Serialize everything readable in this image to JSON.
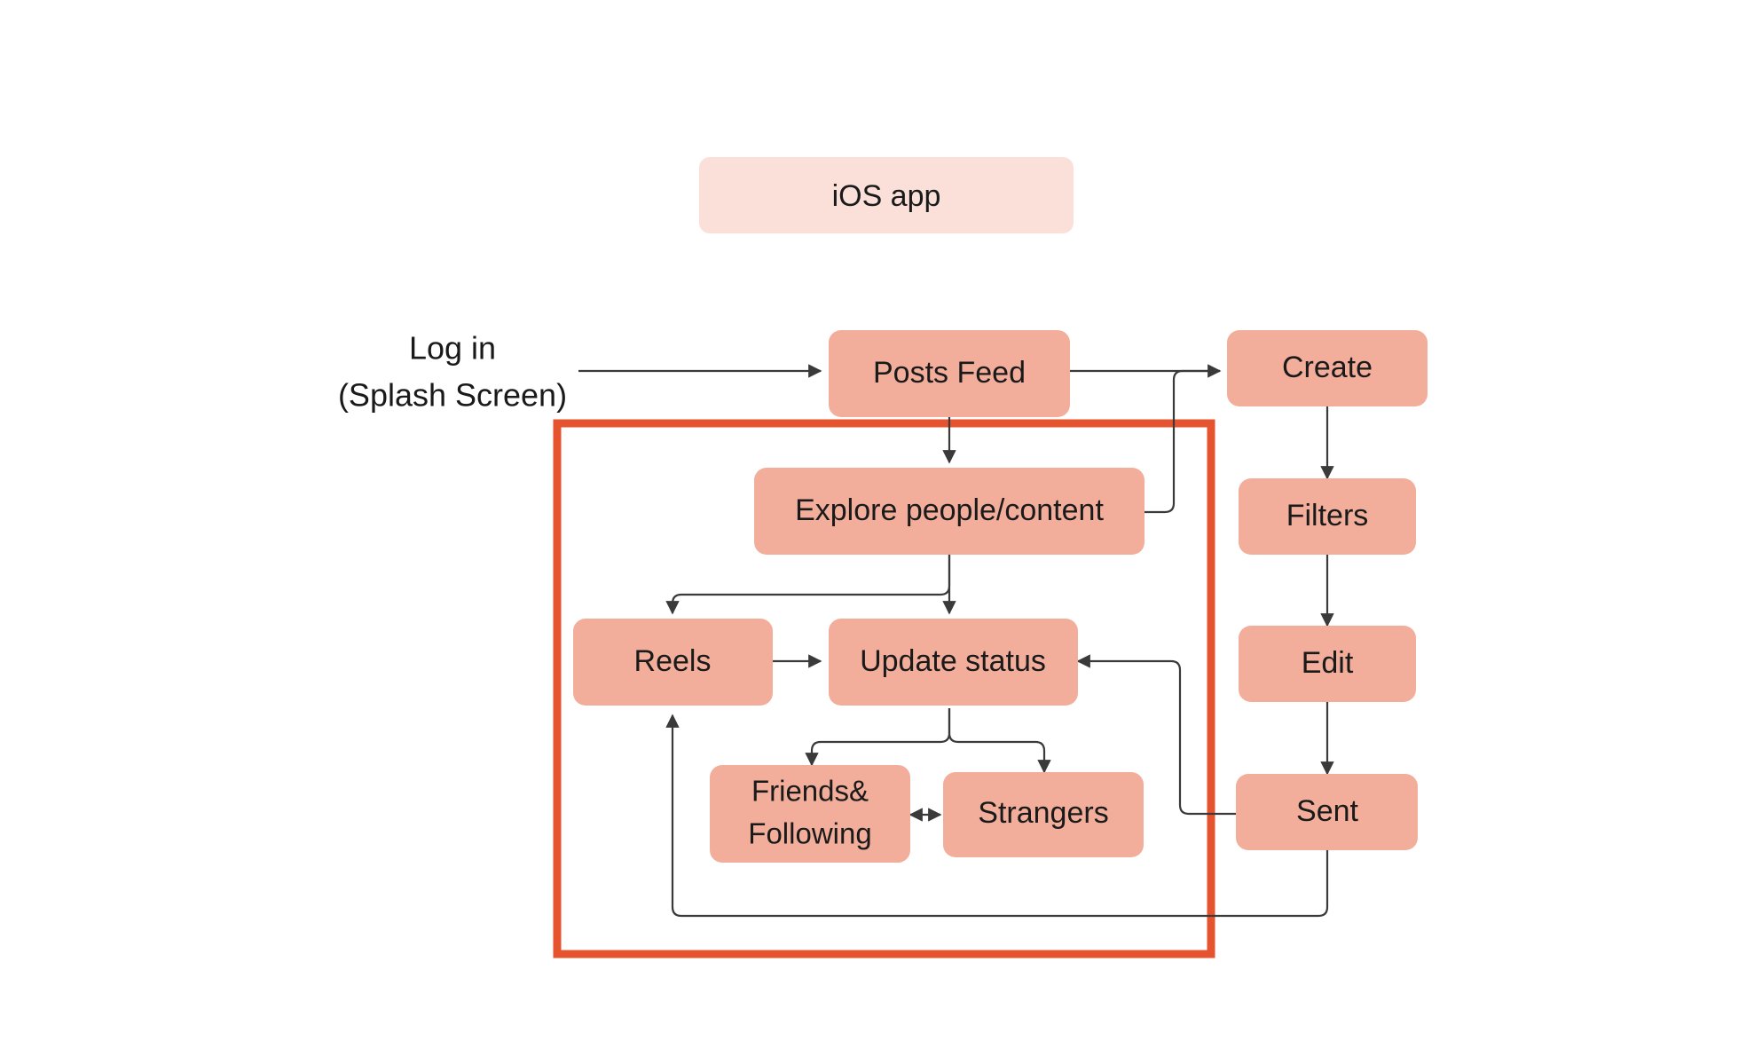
{
  "diagram": {
    "title_box": {
      "label": "iOS app",
      "fill": "#fae0d9"
    },
    "colors": {
      "node_fill": "#f2ae9b",
      "group_border": "#e5532f",
      "edge": "#3a3a3a",
      "text": "#1a1a1a",
      "background": "#ffffff"
    },
    "plain_labels": [
      {
        "name": "login-label-line1",
        "text": "Log in"
      },
      {
        "name": "login-label-line2",
        "text": "(Splash Screen)"
      }
    ],
    "nodes": [
      {
        "id": "posts-feed",
        "label": "Posts Feed"
      },
      {
        "id": "create",
        "label": "Create"
      },
      {
        "id": "explore",
        "label": "Explore people/content"
      },
      {
        "id": "filters",
        "label": "Filters"
      },
      {
        "id": "reels",
        "label": "Reels"
      },
      {
        "id": "update-status",
        "label": "Update status"
      },
      {
        "id": "edit",
        "label": "Edit"
      },
      {
        "id": "friends-following-line1",
        "label": "Friends&"
      },
      {
        "id": "friends-following-line2",
        "label": "Following"
      },
      {
        "id": "strangers",
        "label": "Strangers"
      },
      {
        "id": "sent",
        "label": "Sent"
      }
    ],
    "edges": [
      {
        "from": "login",
        "to": "posts-feed"
      },
      {
        "from": "posts-feed",
        "to": "create"
      },
      {
        "from": "posts-feed",
        "to": "explore"
      },
      {
        "from": "explore",
        "to": "create"
      },
      {
        "from": "explore",
        "to": "reels"
      },
      {
        "from": "explore",
        "to": "update-status"
      },
      {
        "from": "reels",
        "to": "update-status"
      },
      {
        "from": "create",
        "to": "filters"
      },
      {
        "from": "filters",
        "to": "edit"
      },
      {
        "from": "edit",
        "to": "sent"
      },
      {
        "from": "update-status",
        "to": "friends-following"
      },
      {
        "from": "update-status",
        "to": "strangers"
      },
      {
        "from": "friends-following",
        "to": "strangers",
        "bidirectional": true
      },
      {
        "from": "sent",
        "to": "update-status"
      },
      {
        "from": "sent",
        "to": "reels"
      }
    ],
    "group_box": {
      "name": "highlight-group",
      "label": ""
    }
  }
}
